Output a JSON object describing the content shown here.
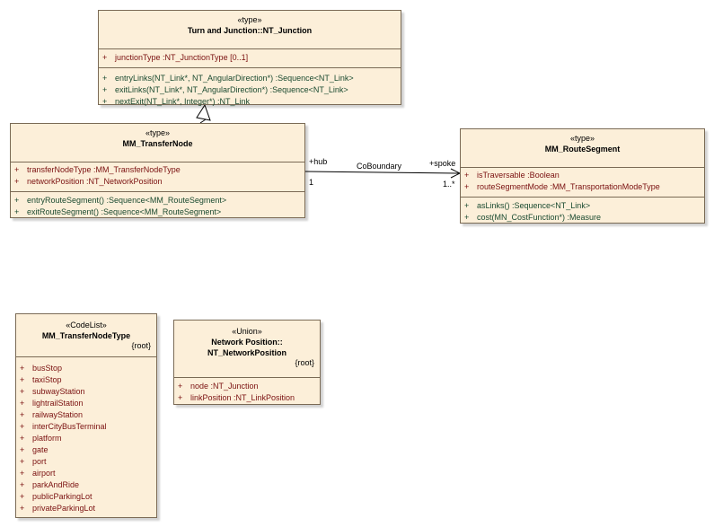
{
  "junction": {
    "stereotype": "«type»",
    "name": "Turn and Junction::NT_Junction",
    "attributes": [
      {
        "vis": "+",
        "text": "junctionType  :NT_JunctionType [0..1]"
      }
    ],
    "operations": [
      {
        "vis": "+",
        "text": "entryLinks(NT_Link*, NT_AngularDirection*)  :Sequence<NT_Link>"
      },
      {
        "vis": "+",
        "text": "exitLinks(NT_Link*, NT_AngularDirection*)  :Sequence<NT_Link>"
      },
      {
        "vis": "+",
        "text": "nextExit(NT_Link*, Integer*)  :NT_Link"
      }
    ]
  },
  "transfer_node": {
    "stereotype": "«type»",
    "name": "MM_TransferNode",
    "attributes": [
      {
        "vis": "+",
        "text": "transferNodeType  :MM_TransferNodeType"
      },
      {
        "vis": "+",
        "text": "networkPosition  :NT_NetworkPosition"
      }
    ],
    "operations": [
      {
        "vis": "+",
        "text": "entryRouteSegment()  :Sequence<MM_RouteSegment>"
      },
      {
        "vis": "+",
        "text": "exitRouteSegment()  :Sequence<MM_RouteSegment>"
      }
    ]
  },
  "route_segment": {
    "stereotype": "«type»",
    "name": "MM_RouteSegment",
    "attributes": [
      {
        "vis": "+",
        "text": "isTraversable  :Boolean"
      },
      {
        "vis": "+",
        "text": "routeSegmentMode  :MM_TransportationModeType"
      }
    ],
    "operations": [
      {
        "vis": "+",
        "text": "asLinks()  :Sequence<NT_Link>"
      },
      {
        "vis": "+",
        "text": "cost(MN_CostFunction*)  :Measure"
      }
    ]
  },
  "node_type": {
    "stereotype": "«CodeList»",
    "name": "MM_TransferNodeType",
    "root": "{root}",
    "attributes": [
      {
        "vis": "+",
        "text": "busStop"
      },
      {
        "vis": "+",
        "text": "taxiStop"
      },
      {
        "vis": "+",
        "text": "subwayStation"
      },
      {
        "vis": "+",
        "text": "lightrailStation"
      },
      {
        "vis": "+",
        "text": "railwayStation"
      },
      {
        "vis": "+",
        "text": "interCityBusTerminal"
      },
      {
        "vis": "+",
        "text": "platform"
      },
      {
        "vis": "+",
        "text": "gate"
      },
      {
        "vis": "+",
        "text": "port"
      },
      {
        "vis": "+",
        "text": "airport"
      },
      {
        "vis": "+",
        "text": "parkAndRide"
      },
      {
        "vis": "+",
        "text": "publicParkingLot"
      },
      {
        "vis": "+",
        "text": "privateParkingLot"
      }
    ]
  },
  "network_position": {
    "stereotype": "«Union»",
    "name_line1": "Network Position::",
    "name_line2": "NT_NetworkPosition",
    "root": "{root}",
    "attributes": [
      {
        "vis": "+",
        "text": "node  :NT_Junction"
      },
      {
        "vis": "+",
        "text": "linkPosition  :NT_LinkPosition"
      }
    ]
  },
  "association": {
    "name": "CoBoundary",
    "source_role": "+hub",
    "source_mult": "1",
    "target_role": "+spoke",
    "target_mult": "1..*"
  }
}
